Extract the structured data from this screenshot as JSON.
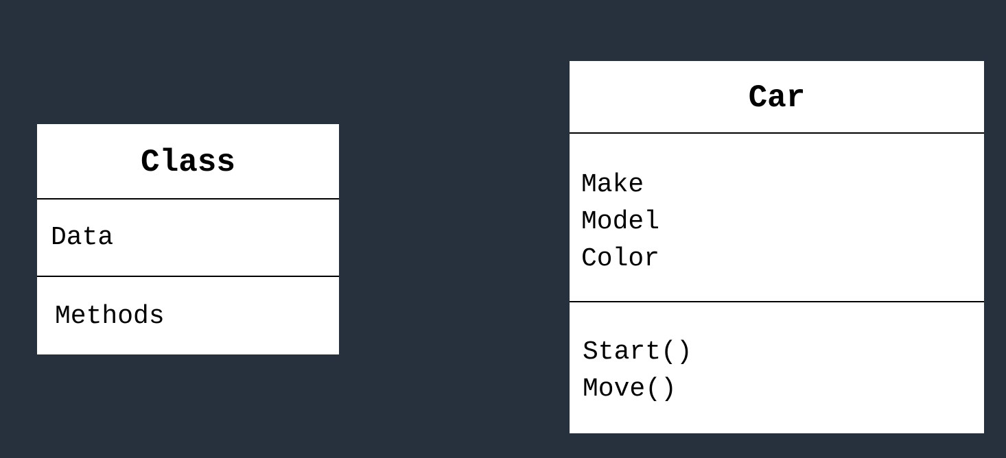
{
  "diagram": {
    "class_box": {
      "title": "Class",
      "attributes": [
        "Data"
      ],
      "methods": [
        "Methods"
      ]
    },
    "car_box": {
      "title": "Car",
      "attributes": [
        "Make",
        "Model",
        "Color"
      ],
      "methods": [
        "Start()",
        "Move()"
      ]
    }
  },
  "colors": {
    "background": "#27313d",
    "box_fill": "#ffffff",
    "border": "#000000"
  }
}
